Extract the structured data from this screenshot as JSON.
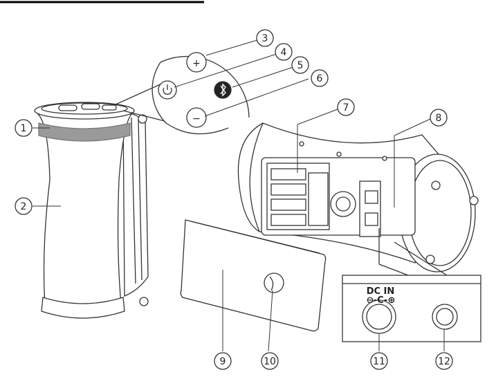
{
  "diagram": {
    "callouts": [
      {
        "id": "1",
        "text": "1"
      },
      {
        "id": "2",
        "text": "2"
      },
      {
        "id": "3",
        "text": "3"
      },
      {
        "id": "4",
        "text": "4"
      },
      {
        "id": "5",
        "text": "5"
      },
      {
        "id": "6",
        "text": "6"
      },
      {
        "id": "7",
        "text": "7"
      },
      {
        "id": "8",
        "text": "8"
      },
      {
        "id": "9",
        "text": "9"
      },
      {
        "id": "10",
        "text": "10"
      },
      {
        "id": "11",
        "text": "11"
      },
      {
        "id": "12",
        "text": "12"
      }
    ],
    "buttons": {
      "plus": "+",
      "minus": "−",
      "power_icon": "power-icon",
      "bluetooth_icon": "bluetooth-icon"
    },
    "port_label": "DC IN",
    "polarity": {
      "neg": "⊖",
      "center": "-C-",
      "pos": "⊕"
    },
    "colors": {
      "line": "#333333",
      "band": "#9a9a9a",
      "fill": "#ffffff"
    }
  }
}
